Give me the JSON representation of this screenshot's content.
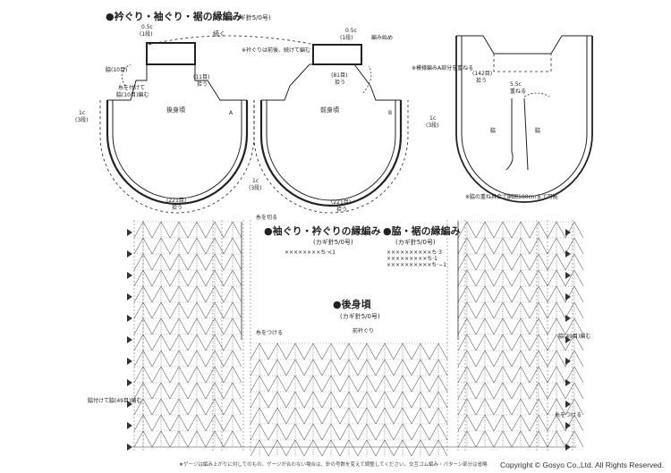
{
  "titles": {
    "edging_main": "●衿ぐり・袖ぐり・裾の縁編み",
    "edging_main_hook": "(カギ針5/0号)",
    "sleeve_collar": "●袖ぐり・衿ぐりの縁編み",
    "sleeve_collar_hook": "(カギ針5/0号)",
    "side_hem": "●脇・裾の縁編み",
    "side_hem_hook": "(カギ針5/0号)",
    "back_body": "●後身頃",
    "back_body_hook": "(カギ針5/0号)"
  },
  "labels": {
    "neck_left_top": "0.5c",
    "neck_left_rows": "(1段)",
    "continue": "続く",
    "neck_note": "※衿ぐりは前後、続けて編む",
    "neck_right_top": "0.5c",
    "neck_right_rows": "(1段)",
    "row_start_mark": "編み始め",
    "neck_left_pick": "(11目)",
    "neck_left_pick2": "拾う",
    "neck_right_pick": "(81目)",
    "neck_right_pick2": "拾う",
    "shoulder_left": "脇(10目)",
    "thread_attach": "糸を付けて",
    "thread_attach2": "脇(10目)編む",
    "width_left": "1c",
    "width_left_rows": "(3段)",
    "back_label": "後身頃",
    "front_label": "前身頃",
    "armhole_a": "A",
    "armhole_b": "B",
    "side_label": "脇",
    "hem_left": "(221目)",
    "hem_left2": "拾う",
    "hem_right": "(221目)",
    "hem_right2": "拾う",
    "hem_width": "1c",
    "hem_width_rows": "(3段)",
    "width_right": "1c",
    "width_right_rows": "(3段)",
    "side_detail_note": "※模様編みA部分を重ねる",
    "side_pick": "(142目)",
    "side_pick2": "拾う",
    "side_overlap_c": "5.5c",
    "side_overlap": "重ねる",
    "detail_side": "脇",
    "detail_edge": "脇",
    "detail_note": "※脇の重ね具合で胴囲100cmまで可能",
    "thread_cut_top": "糸を切る",
    "front_neck": "前衿ぐり",
    "thread_attach_mid": "糸をつける",
    "right_mark": "脇(49目)編む",
    "left_mark": "脇付けて脇(49目)編む",
    "thread_attach_bottom": "糸をつける",
    "formula_a": "××××××××ち·<1",
    "formula_b1": "××××××××××ち·3",
    "formula_b2": "×××××××××ち·1",
    "formula_b3": "××××××××××ち·−1",
    "footnote": "★ゲージは編み上がりに対してのもの。ゲージが合わない場合は、針の号数を変えて調整してください。交互ゴム編み・パターン部分は省略",
    "copyright": "Copyright © Gosyo Co.,Ltd. All Rights Reserved."
  }
}
